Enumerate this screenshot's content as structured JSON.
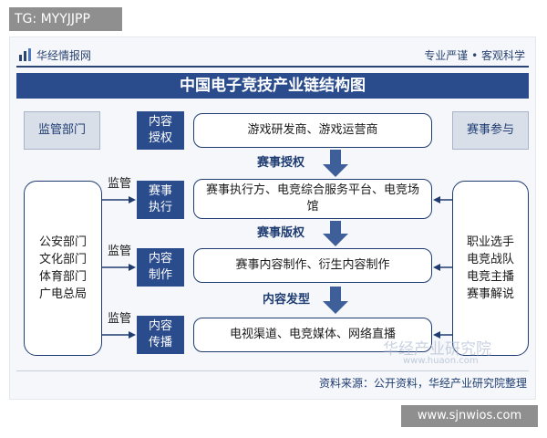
{
  "top_tag": "TG: MYYJJPP",
  "bottom_tag": "www.sjnwios.com",
  "brand": {
    "name": "华经情报网",
    "slogan": "专业严谨 • 客观科学"
  },
  "title": "中国电子竞技产业链结构图",
  "left": {
    "header": "监管部门",
    "body": "公安部门\n文化部门\n体育部门\n广电总局"
  },
  "right": {
    "header": "赛事参与",
    "body": "职业选手\n电竞战队\n电竞主播\n赛事解说"
  },
  "supervise_label": "监管",
  "stages": [
    {
      "label": "内容\n授权",
      "content": "游戏研发商、游戏运营商"
    },
    {
      "label": "赛事\n执行",
      "content": "赛事执行方、电竞综合服务平台、电竞场馆"
    },
    {
      "label": "内容\n制作",
      "content": "赛事内容制作、衍生内容制作"
    },
    {
      "label": "内容\n传播",
      "content": "电视渠道、电竞媒体、网络直播"
    }
  ],
  "flows": [
    "赛事授权",
    "赛事版权",
    "内容发型"
  ],
  "watermark": {
    "text": "华经产业研究院",
    "url": "www.huaon.com"
  },
  "source": "资料来源：公开资料，华经产业研究院整理",
  "colors": {
    "primary": "#2b4c8c",
    "arrow": "#3f5f9a",
    "panel": "#d9dfe9"
  }
}
